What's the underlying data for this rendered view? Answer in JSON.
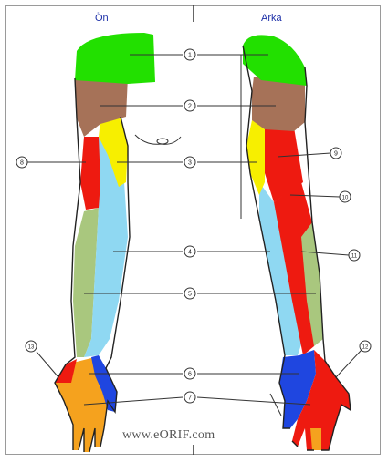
{
  "views": {
    "front": "Ön",
    "back": "Arka"
  },
  "watermark": "www.eORIF.com",
  "colors": {
    "zone1": "#22e000",
    "zone2": "#a67258",
    "zone3": "#f7ef00",
    "zone4": "#8fd8f2",
    "zone5": "#a9c77e",
    "zone6": "#1f46e0",
    "zone7": "#f5a21e",
    "zone8": "#ee1a10",
    "zone9": "#ee1a10",
    "zone10": "#ee1a10",
    "zone11": "#ee1a10",
    "zone12": "#ee1a10",
    "zone13": "#ee1a10"
  },
  "callouts": {
    "c1": "1",
    "c2": "2",
    "c3": "3",
    "c4": "4",
    "c5": "5",
    "c6": "6",
    "c7": "7",
    "c8": "8",
    "c9": "9",
    "c10": "10",
    "c11": "11",
    "c12": "12",
    "c13": "13"
  }
}
